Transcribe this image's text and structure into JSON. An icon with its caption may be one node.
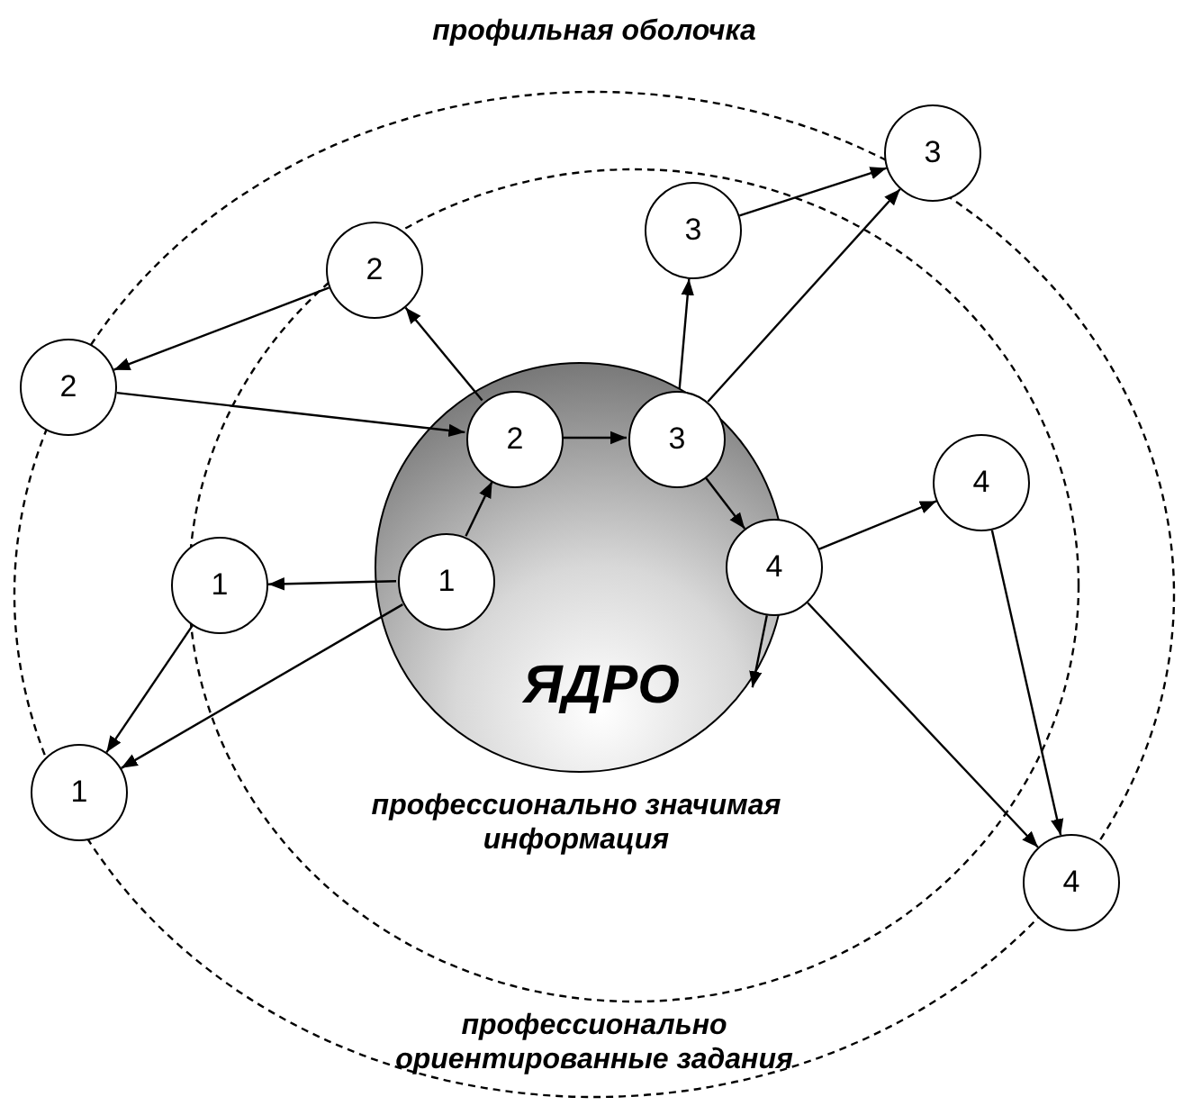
{
  "diagram": {
    "nodes": [
      {
        "text": [
          "профильная оболочка",
          "профессионально ориентированные задания"
        ]
      },
      {
        "text": [
          "профессионально значимая информация"
        ],
        "in": 0
      },
      {
        "text": [
          "ЯДРО"
        ],
        "in": 1
      },
      {
        "text": [
          "1"
        ],
        "in": 2
      },
      {
        "text": [
          "2"
        ],
        "in": 2
      },
      {
        "text": [
          "3"
        ],
        "in": 2
      },
      {
        "text": [
          "4"
        ],
        "in": 1
      },
      {
        "text": [
          "1"
        ],
        "in": 1
      },
      {
        "text": [
          "3"
        ],
        "in": 1
      },
      {
        "text": [
          "4"
        ],
        "in": 1
      },
      {
        "text": [
          "2"
        ],
        "in": 1
      },
      {
        "text": [
          "2"
        ],
        "in": 0
      },
      {
        "text": [
          "1"
        ],
        "in": 0
      },
      {
        "text": [
          "3"
        ]
      },
      {
        "text": [
          "4"
        ]
      }
    ],
    "edges": [
      {
        "from": 3,
        "to": 4,
        "arrow": "to"
      },
      {
        "from": 3,
        "to": 7,
        "arrow": "to"
      },
      {
        "from": 7,
        "to": 12,
        "arrow": "to"
      },
      {
        "from": 3,
        "to": 12,
        "arrow": "to"
      },
      {
        "from": 4,
        "to": 5,
        "arrow": "to"
      },
      {
        "from": 4,
        "to": 10,
        "arrow": "to"
      },
      {
        "from": 10,
        "to": 11,
        "arrow": "to"
      },
      {
        "from": 11,
        "to": 4,
        "arrow": "to"
      },
      {
        "from": 5,
        "to": 8,
        "arrow": "to"
      },
      {
        "from": 5,
        "to": 13,
        "arrow": "to"
      },
      {
        "from": 8,
        "to": 13,
        "arrow": "to"
      },
      {
        "from": 5,
        "to": 6,
        "arrow": "to"
      },
      {
        "from": 6,
        "to": 9,
        "arrow": "to"
      },
      {
        "from": 6,
        "to": 14,
        "arrow": "to"
      },
      {
        "from": 9,
        "to": 14,
        "arrow": "to"
      },
      {
        "from": 6,
        "to": 2,
        "arrow": "to"
      }
    ]
  }
}
